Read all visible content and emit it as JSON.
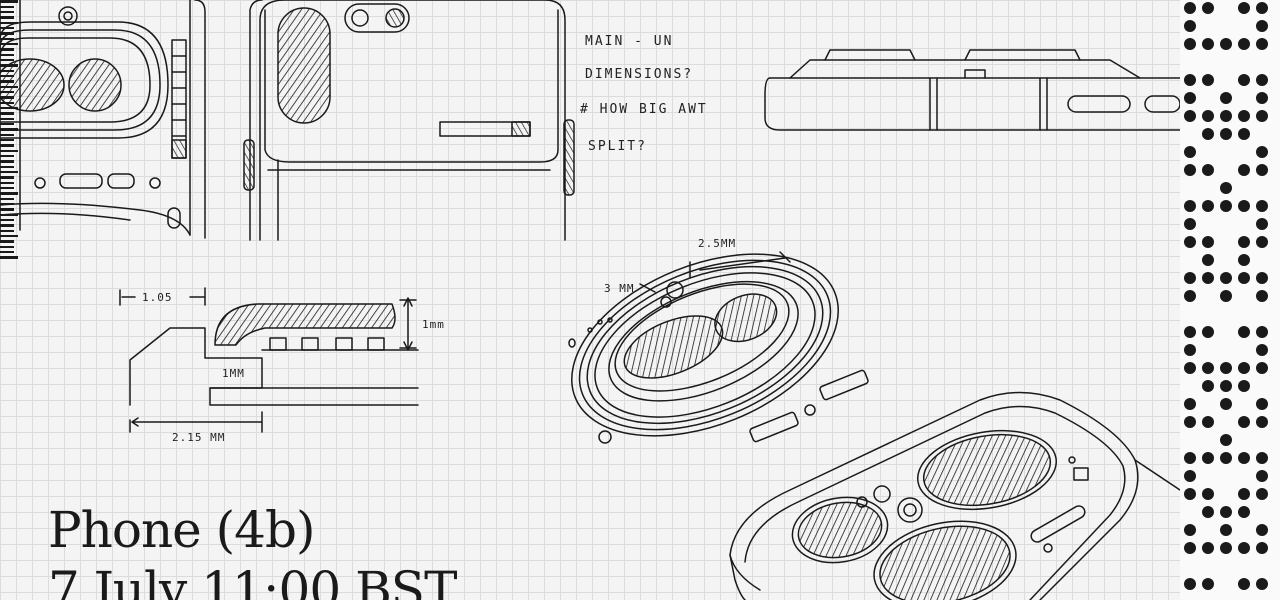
{
  "headline": {
    "line1": "Phone (4b)",
    "line2": "7 July 11:00 BST"
  },
  "notes": {
    "line_1": "MAIN - UN",
    "line_2": "DIMENSIONS?",
    "line_3": "# HOW BIG  AWT",
    "line_4": "SPLIT?"
  },
  "dimensions": {
    "top_width": "1.05",
    "height": "1mm",
    "inner_step": "1MM",
    "base_width": "2.15 MM",
    "ring_thickness": "2.5MM",
    "ring_offset": "3 MM"
  },
  "colors": {
    "ink": "#1a1a1a",
    "paper": "#f4f4f4",
    "grid": "#dcdcdc"
  }
}
